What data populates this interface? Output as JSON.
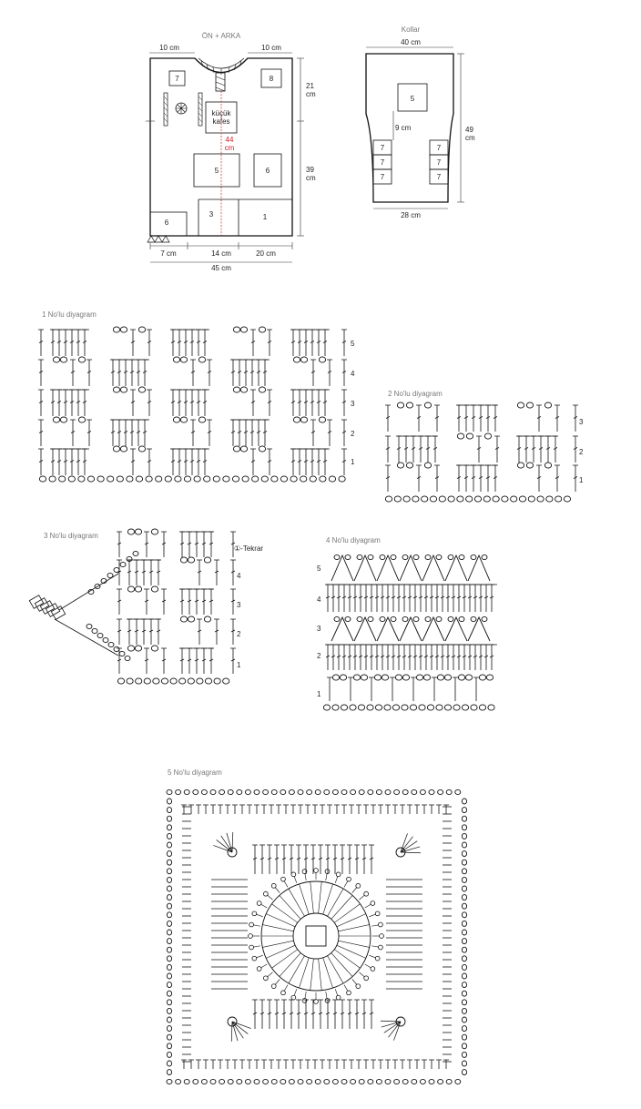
{
  "schematic": {
    "front_title": "ÖN + ARKA",
    "collar_title": "Kollar",
    "front": {
      "top_left": "10 cm",
      "top_right": "10 cm",
      "right_upper_a": "21",
      "right_upper_b": "cm",
      "right_lower_a": "39",
      "right_lower_b": "cm",
      "center_a": "44",
      "center_b": "cm",
      "small_a": "küçük",
      "small_b": "kafes",
      "bottom_1": "7 cm",
      "bottom_2": "14 cm",
      "bottom_3": "20 cm",
      "bottom_total": "45 cm",
      "box_7": "7",
      "box_8": "8",
      "box_5": "5",
      "box_6a": "6",
      "box_6b": "6",
      "box_3": "3",
      "box_1": "1"
    },
    "collar": {
      "top": "40 cm",
      "right_a": "49",
      "right_b": "cm",
      "mid": "9 cm",
      "bottom": "28 cm",
      "box_5": "5",
      "box_7": "7"
    }
  },
  "diagrams": {
    "d1": {
      "title": "1 No'lu diyagram",
      "rows": [
        "1",
        "2",
        "3",
        "4",
        "5"
      ]
    },
    "d2": {
      "title": "2 No'lu diyagram",
      "rows": [
        "1",
        "2",
        "3"
      ]
    },
    "d3": {
      "title": "3 No'lu diyagram",
      "rows": [
        "1",
        "2",
        "3",
        "4"
      ],
      "repeat": "①-Tekrar"
    },
    "d4": {
      "title": "4 No'lu diyagram",
      "rows": [
        "1",
        "2",
        "3",
        "4",
        "5"
      ]
    },
    "d5": {
      "title": "5 No'lu diyagram"
    }
  }
}
